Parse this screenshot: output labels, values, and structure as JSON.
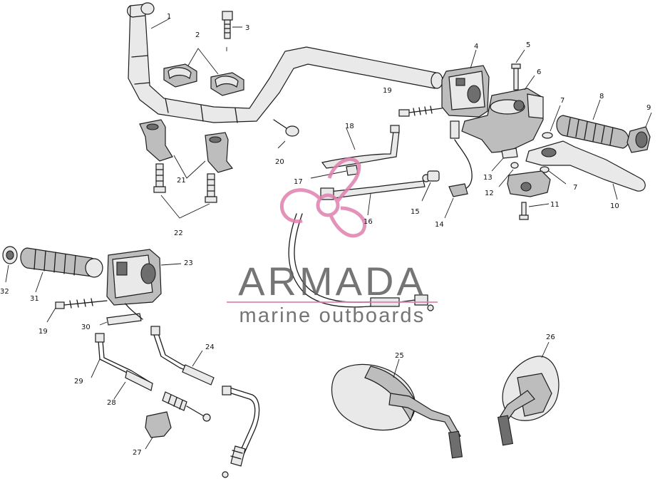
{
  "watermark": {
    "brand": "ARMADA",
    "tagline": "marine outboards",
    "logo_color": "#e07fae",
    "text_color": "#5d5d5d"
  },
  "callouts": [
    {
      "id": "c1",
      "text": "1"
    },
    {
      "id": "c2",
      "text": "2"
    },
    {
      "id": "c3",
      "text": "3"
    },
    {
      "id": "c4",
      "text": "4"
    },
    {
      "id": "c5",
      "text": "5"
    },
    {
      "id": "c6",
      "text": "6"
    },
    {
      "id": "c7a",
      "text": "7"
    },
    {
      "id": "c7b",
      "text": "7"
    },
    {
      "id": "c8",
      "text": "8"
    },
    {
      "id": "c9",
      "text": "9"
    },
    {
      "id": "c10",
      "text": "10"
    },
    {
      "id": "c11",
      "text": "11"
    },
    {
      "id": "c12",
      "text": "12"
    },
    {
      "id": "c13",
      "text": "13"
    },
    {
      "id": "c14",
      "text": "14"
    },
    {
      "id": "c15",
      "text": "15"
    },
    {
      "id": "c16",
      "text": "16"
    },
    {
      "id": "c17",
      "text": "17"
    },
    {
      "id": "c18",
      "text": "18"
    },
    {
      "id": "c19a",
      "text": "19"
    },
    {
      "id": "c19b",
      "text": "19"
    },
    {
      "id": "c20",
      "text": "20"
    },
    {
      "id": "c21",
      "text": "21"
    },
    {
      "id": "c22",
      "text": "22"
    },
    {
      "id": "c23",
      "text": "23"
    },
    {
      "id": "c24",
      "text": "24"
    },
    {
      "id": "c25",
      "text": "25"
    },
    {
      "id": "c26",
      "text": "26"
    },
    {
      "id": "c27",
      "text": "27"
    },
    {
      "id": "c28",
      "text": "28"
    },
    {
      "id": "c29",
      "text": "29"
    },
    {
      "id": "c30",
      "text": "30"
    },
    {
      "id": "c31",
      "text": "31"
    },
    {
      "id": "c32",
      "text": "32"
    }
  ]
}
